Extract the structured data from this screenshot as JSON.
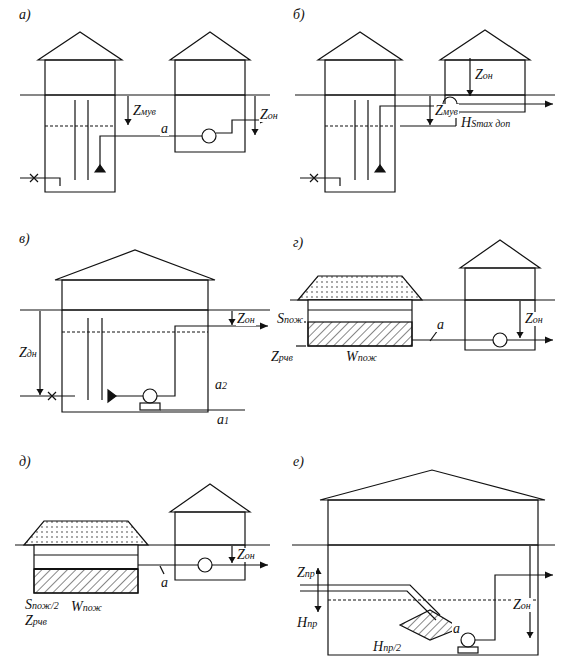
{
  "diagram": {
    "labels": [
      "а)",
      "Zмув",
      "а",
      "Zон",
      "б)",
      "Zон",
      "Zмув",
      "HSmax доп",
      "в)",
      "Zдн",
      "Zон",
      "а2",
      "а1",
      "г)",
      "Zон",
      "Sпож",
      "Zрчв",
      "Wпож",
      "а",
      "д)",
      "Zон",
      "Sпож/2",
      "Zрчв",
      "Wпож",
      "а",
      "е)",
      "Zпр",
      "а",
      "Zон",
      "Hпр",
      "Hпр/2"
    ]
  }
}
